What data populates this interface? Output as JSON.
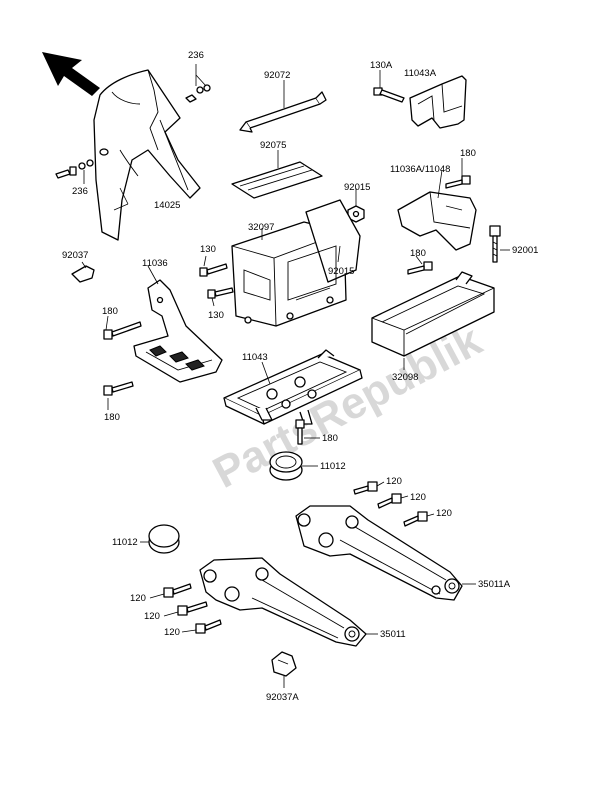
{
  "watermark": "PartsRepublik",
  "labels": {
    "l236a": "236",
    "l236b": "236",
    "l92072": "92072",
    "l130a": "130A",
    "l11043a": "11043A",
    "l92075": "92075",
    "l14025": "14025",
    "l92015a": "92015",
    "l92015b": "92015",
    "l11036a_11048": "11036A/11048",
    "l180a": "180",
    "l32097": "32097",
    "l92037": "92037",
    "l130b": "130",
    "l130c": "130",
    "l11036": "11036",
    "l180b": "180",
    "l92001": "92001",
    "l180c": "180",
    "l180d": "180",
    "l11043": "11043",
    "l32098": "32098",
    "l180e": "180",
    "l11012a": "11012",
    "l120a": "120",
    "l120b": "120",
    "l120c": "120",
    "l11012b": "11012",
    "l35011a": "35011A",
    "l120d": "120",
    "l120e": "120",
    "l120f": "120",
    "l35011": "35011",
    "l92037a": "92037A"
  }
}
